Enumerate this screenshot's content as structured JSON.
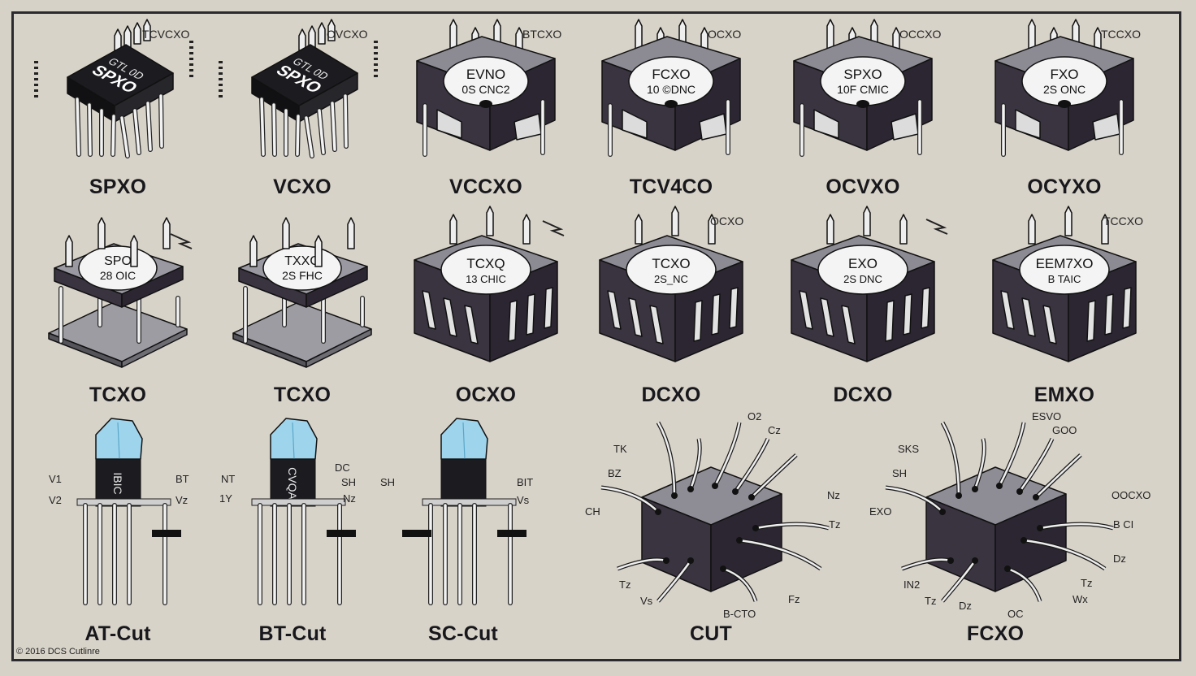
{
  "row1": [
    {
      "label": "SPXO",
      "tag": "TCVCXO",
      "chip": [
        "GTL 0D",
        "SPXO"
      ],
      "style": "dip"
    },
    {
      "label": "VCXO",
      "tag": "OVCXO",
      "chip": [
        "GTL 0D",
        "SPXO"
      ],
      "style": "dip"
    },
    {
      "label": "VCCXO",
      "tag": "BTCXO",
      "chip": [
        "EVNO",
        "0S CNC2"
      ],
      "style": "can"
    },
    {
      "label": "TCV4CO",
      "tag": "OCXO",
      "chip": [
        "FCXO",
        "10 ©DNC"
      ],
      "style": "can"
    },
    {
      "label": "OCVXO",
      "tag": "OCCXO",
      "chip": [
        "SPXO",
        "10F CMIC"
      ],
      "style": "can"
    },
    {
      "label": "OCYXO",
      "tag": "TCCXO",
      "chip": [
        "FXO",
        "2S ONC"
      ],
      "style": "can"
    }
  ],
  "row2": [
    {
      "label": "TCXO",
      "tag": "",
      "chip": [
        "SPO",
        "28 OIC"
      ],
      "style": "board"
    },
    {
      "label": "TCXO",
      "tag": "",
      "chip": [
        "TXXO",
        "2S FHC"
      ],
      "style": "board"
    },
    {
      "label": "OCXO",
      "tag": "",
      "chip": [
        "TCXQ",
        "13 CHIC"
      ],
      "style": "block"
    },
    {
      "label": "DCXO",
      "tag": "OCXO",
      "chip": [
        "TCXO",
        "2S_NC"
      ],
      "style": "block"
    },
    {
      "label": "DCXO",
      "tag": "",
      "chip": [
        "EXO",
        "2S DNC"
      ],
      "style": "block"
    },
    {
      "label": "EMXO",
      "tag": "TCCXO",
      "chip": [
        "EEM7XO",
        "B TAIC"
      ],
      "style": "block"
    }
  ],
  "row3": [
    {
      "label": "AT-Cut",
      "chip": "IBIC",
      "tags": [
        "V1",
        "V2",
        "BT",
        "Vz"
      ]
    },
    {
      "label": "BT-Cut",
      "chip": "CVQA",
      "tags": [
        "NT",
        "1Y",
        "DC",
        "SH",
        "Nz"
      ]
    },
    {
      "label": "SC-Cut",
      "chip": "",
      "tags": [
        "SH",
        "BIT",
        "Vs"
      ]
    },
    {
      "label": "CUT",
      "tags": [
        "O2",
        "Cz",
        "TK",
        "BZ",
        "CH",
        "Nz",
        "Tz",
        "Fz",
        "Tz",
        "Vs",
        "B-CTO"
      ]
    },
    {
      "label": "FCXO",
      "tags": [
        "ESVO",
        "GOO",
        "SKS",
        "SH",
        "EXO",
        "OOCXO",
        "B CI",
        "Wx",
        "IN2",
        "Tz",
        "OC",
        "Dz",
        "Tz",
        "Dz"
      ]
    }
  ],
  "copyright": "© 2016 DCS Cutlinre",
  "colors": {
    "background": "#d8d3c9",
    "frame": "#2b2b2f",
    "chip_black": "#1c1c20",
    "block_dark": "#3a3340",
    "block_top": "#8c8a93",
    "crystal": "#9ed4ec"
  }
}
